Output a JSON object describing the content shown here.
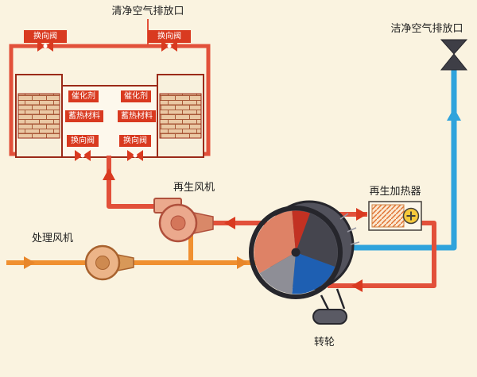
{
  "colors": {
    "background": "#FAF3E0",
    "pipe_red": "#E2503A",
    "pipe_orange": "#F09030",
    "pipe_blue": "#2FA3DC",
    "label_chip_red": "#D93A20",
    "rotor_blue": "#1E5FB2",
    "rotor_salmon": "#DE8266",
    "rotor_dark": "#45454E",
    "heater_plus_yellow": "#F6C93C"
  },
  "rto": {
    "outlet_label": "清净空气排放口",
    "valve_top_left": "换向阀",
    "valve_top_right": "换向阀",
    "catalyst_left": "催化剂",
    "catalyst_right": "催化剂",
    "heat_storage_left": "蓄热材料",
    "heat_storage_right": "蓄热材料",
    "valve_bottom_left": "换向阀",
    "valve_bottom_right": "换向阀"
  },
  "equipment": {
    "regen_fan": "再生风机",
    "process_fan": "处理风机",
    "regen_heater": "再生加热器",
    "rotor": "转轮"
  },
  "exhaust": {
    "outlet_label": "洁净空气排放口"
  }
}
